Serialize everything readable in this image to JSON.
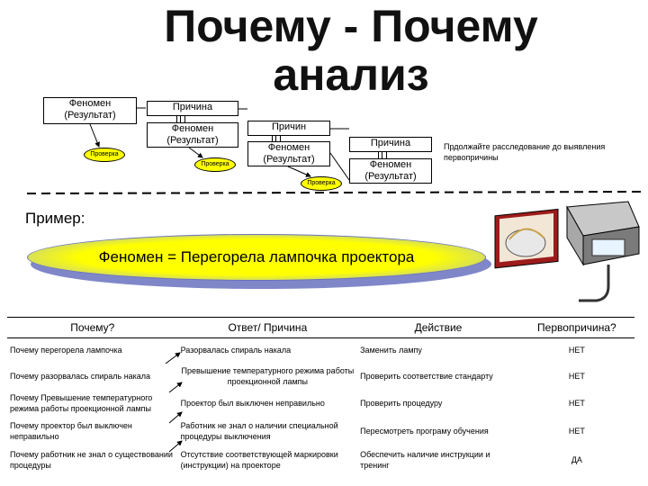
{
  "title": "Почему - Почему анализ",
  "diagram": {
    "phenomenon_label": "Феномен (Результат)",
    "cause_label": "Причина",
    "cause_label_cut": "Причин",
    "check_label": "Проверка",
    "note": "Прдолжайте расследование до выявления первопричины"
  },
  "example_label": "Пример:",
  "example_phenomenon": "Феномен = Перегорела лампочка проектора",
  "table": {
    "headers": [
      "Почему?",
      "Ответ/ Причина",
      "Действие",
      "Первопричина?"
    ],
    "rows": [
      [
        "Почему перегорела лампочка",
        "Разорвалась спираль накала",
        "Заменить лампу",
        "НЕТ"
      ],
      [
        "Почему разорвалась спираль накала",
        "Превышение температурного режима работы проекционной лампы",
        "Проверить соответствие стандарту",
        "НЕТ"
      ],
      [
        "Почему Превышение температурного режима работы проекционной лампы",
        "Проектор был выключен неправильно",
        "Проверить процедуру",
        "НЕТ"
      ],
      [
        "Почему проектор был выключен неправильно",
        "Работник не знал о наличии специальной процедуры выключения",
        "Пересмотреть програму обучения",
        "НЕТ"
      ],
      [
        "Почему работник не знал о существовании процедуры",
        "Отсутствие соответствующей маркировки (инструкции) на проекторе",
        "Обеспечить наличие инструкции и тренинг",
        "ДА"
      ]
    ]
  }
}
